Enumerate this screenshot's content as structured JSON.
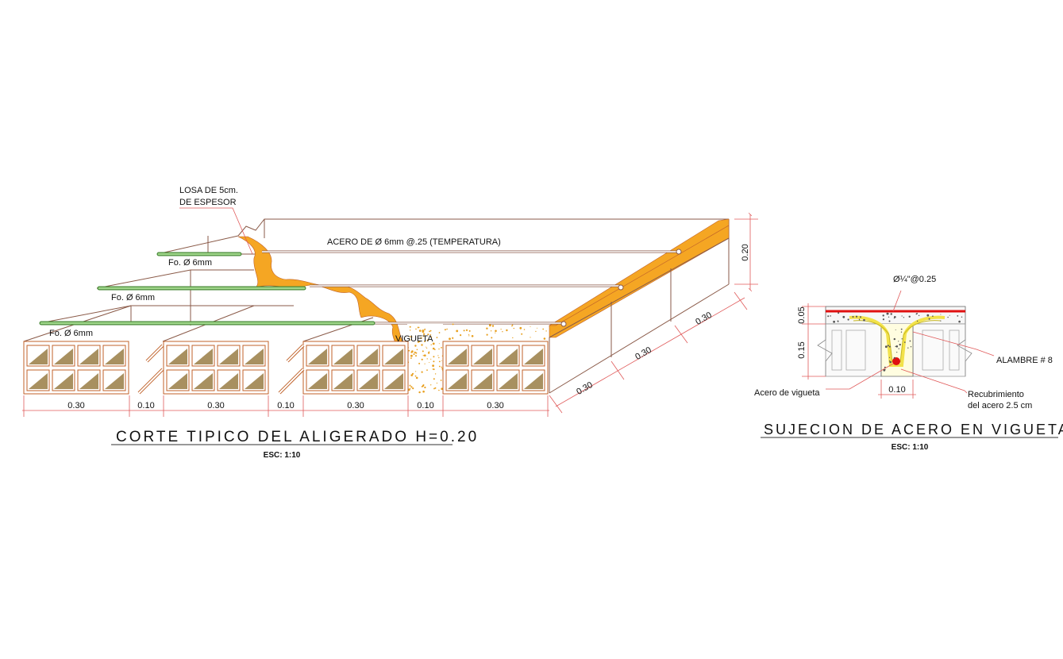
{
  "left_detail": {
    "title": "CORTE TIPICO DEL ALIGERADO H=0.20",
    "scale": "ESC: 1:10",
    "losa_label_1": "LOSA DE 5cm.",
    "losa_label_2": "DE ESPESOR",
    "acero_label": "ACERO DE Ø 6mm @.25 (TEMPERATURA)",
    "fo_label_1": "Fo. Ø 6mm",
    "fo_label_2": "Fo. Ø 6mm",
    "fo_label_3": "Fo. Ø 6mm",
    "vigueta_label": "VIGUETA",
    "height_dim": "0.20",
    "bottom_dims": [
      "0.30",
      "0.10",
      "0.30",
      "0.10",
      "0.30",
      "0.10",
      "0.30"
    ],
    "depth_dims": [
      "0.30",
      "0.30",
      "0.30"
    ]
  },
  "right_detail": {
    "title": "SUJECION DE ACERO EN VIGUETA",
    "scale": "ESC: 1:10",
    "bar_label": "Ø¼\"@0.25",
    "dim_top": "0.05",
    "dim_bottom": "0.15",
    "width_dim": "0.10",
    "alambre_label": "ALAMBRE # 8",
    "acero_vigueta_label": "Acero de vigueta",
    "recubrimiento_1": "Recubrimiento",
    "recubrimiento_2": "del acero 2.5 cm"
  },
  "colors": {
    "brick_outline": "#c0622a",
    "slab_orange": "#f5a623",
    "cell_fill": "#a89060",
    "rebar_green": "#7fc06a",
    "dimension_red": "#e05a5a",
    "bar_red": "#e01010"
  }
}
